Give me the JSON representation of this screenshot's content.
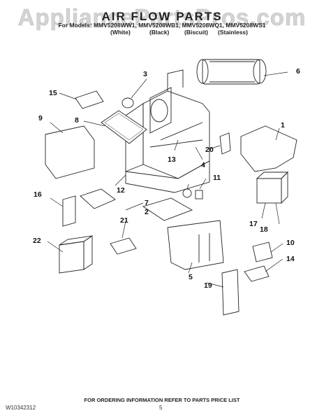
{
  "watermark": "AppliancePartsPros.com",
  "header": {
    "title": "AIR FLOW PARTS",
    "models": "For Models: MMV5208WW1, MMV5208WB1, MMV5208WQ1, MMV5208WS1",
    "colors": [
      "(White)",
      "(Black)",
      "(Biscuit)",
      "(Stainless)"
    ]
  },
  "callouts": [
    "1",
    "2",
    "3",
    "4",
    "5",
    "6",
    "7",
    "8",
    "9",
    "10",
    "11",
    "12",
    "13",
    "14",
    "15",
    "16",
    "17",
    "18",
    "19",
    "20",
    "21",
    "22"
  ],
  "footer": {
    "doc_number": "W10342312",
    "ordering_note": "FOR ORDERING INFORMATION REFER TO PARTS PRICE LIST",
    "page": "5"
  }
}
